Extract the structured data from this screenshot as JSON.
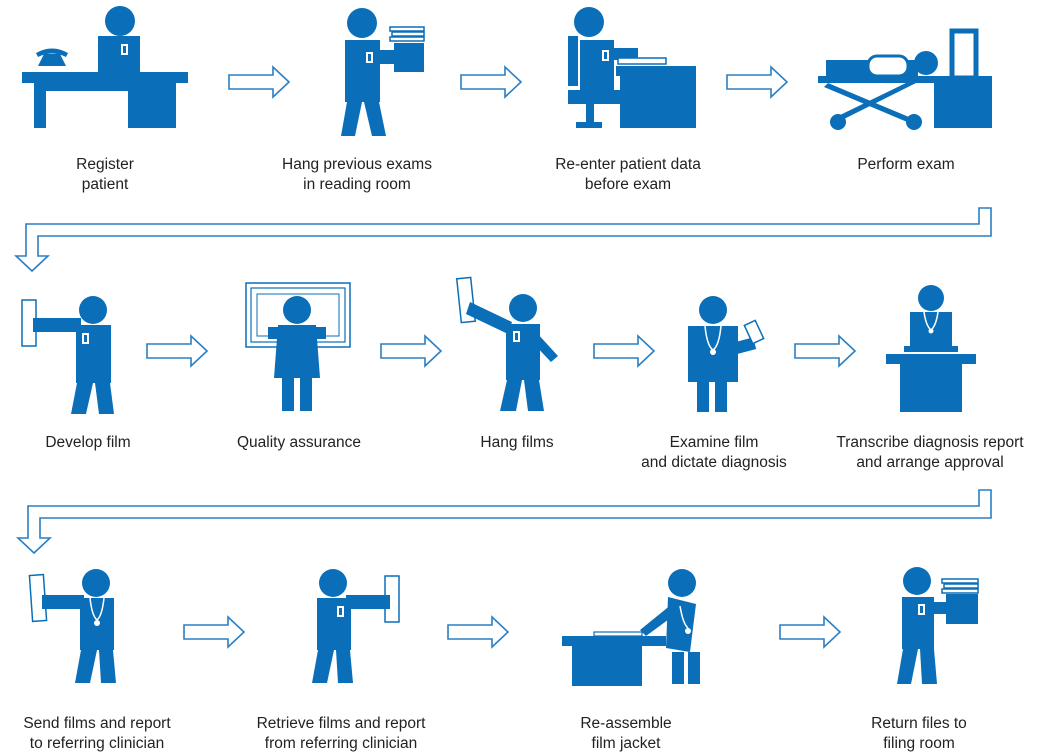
{
  "colors": {
    "figure": "#0a6fb8",
    "arrow_stroke": "#2b7fc4",
    "arrow_fill": "#ffffff",
    "text": "#222222"
  },
  "steps": [
    {
      "label": "Register\npatient",
      "icon": "receptionist-at-desk-with-phone-icon"
    },
    {
      "label": "Hang previous exams\nin reading room",
      "icon": "person-carrying-files-icon"
    },
    {
      "label": "Re-enter patient data\nbefore exam",
      "icon": "person-seated-at-desk-icon"
    },
    {
      "label": "Perform exam",
      "icon": "patient-on-stretcher-scanner-icon"
    },
    {
      "label": "Develop film",
      "icon": "person-holding-film-icon"
    },
    {
      "label": "Quality assurance",
      "icon": "person-at-lightbox-icon"
    },
    {
      "label": "Hang films",
      "icon": "person-hanging-film-icon"
    },
    {
      "label": "Examine film\nand dictate diagnosis",
      "icon": "doctor-with-dictaphone-icon"
    },
    {
      "label": "Transcribe diagnosis report\nand arrange approval",
      "icon": "transcriptionist-at-desk-icon"
    },
    {
      "label": "Send films and report\nto referring clinician",
      "icon": "doctor-sending-films-icon"
    },
    {
      "label": "Retrieve films and report\nfrom referring clinician",
      "icon": "person-retrieving-films-icon"
    },
    {
      "label": "Re-assemble\nfilm jacket",
      "icon": "doctor-at-table-icon"
    },
    {
      "label": "Return files to\nfiling room",
      "icon": "person-returning-files-icon"
    }
  ]
}
